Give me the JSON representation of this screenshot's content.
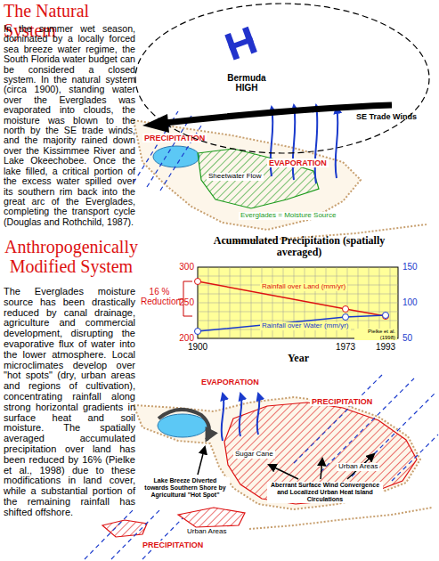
{
  "diagram": {
    "nodes": [
      {
        "text": [
          "Bermuda HIGH"
        ]
      }
    ],
    "labels": [
      "The Natural System",
      "In the summer wet season, dominated by a locally forced sea breeze water regime, the South Florida water budget can be considered a closed system. In the natural system (circa 1900), standing water over the Everglades was evaporated into clouds, the moisture was blown to the north by the SE trade winds, and the majority rained down over the Kissimmee River and Lake Okeechobee. Once the lake filled, a critical portion of the excess water spilled over its southern rim back into the great arc of the Everglades, completing the transport cycle (Douglas and Rothchild, 1987).",
      "SE Trade Winds",
      "PRECIPITATION",
      "EVAPORATION",
      "Sheetwater Flow",
      "Everglades = Moisture Source",
      "Anthropogenically Modified System",
      "The Everglades moisture source has been drastically reduced by canal drainage, agriculture and commercial development, disrupting the evaporative flux of water into the lower atmosphere. Local microclimates develop over \"hot spots\" (dry, urban areas and regions of cultivation), concentrating rainfall along strong horizontal gradients in surface heat and soil moisture. The spatially averaged accumulated precipitation over land has been reduced by 16% (Pielke et al., 1998) due to these modifications in land cover, while a substantial portion of the remaining rainfall has shifted offshore.",
      "Acummulated Precipitation (spatially averaged)",
      "16 % Reduction",
      "300",
      "250",
      "200",
      "150",
      "100",
      "50",
      "1900",
      "1973",
      "1993",
      "Year",
      "Rainfall over Land (mm/yr)",
      "Rainfall over Water (mm/yr)",
      "Pielke et al. (1998)",
      "EVAPORATION",
      "PRECIPITATION",
      "Urban Areas",
      "Sugar Cane",
      "Lake Breeze Diverted towards Southern Shore by Agricultural \"Hot Spot\"",
      "Aberrant Surface Wind Convergence and Localized Urban Heat Island Circulations",
      "Urban Areas",
      "PRECIPITATION"
    ]
  }
}
